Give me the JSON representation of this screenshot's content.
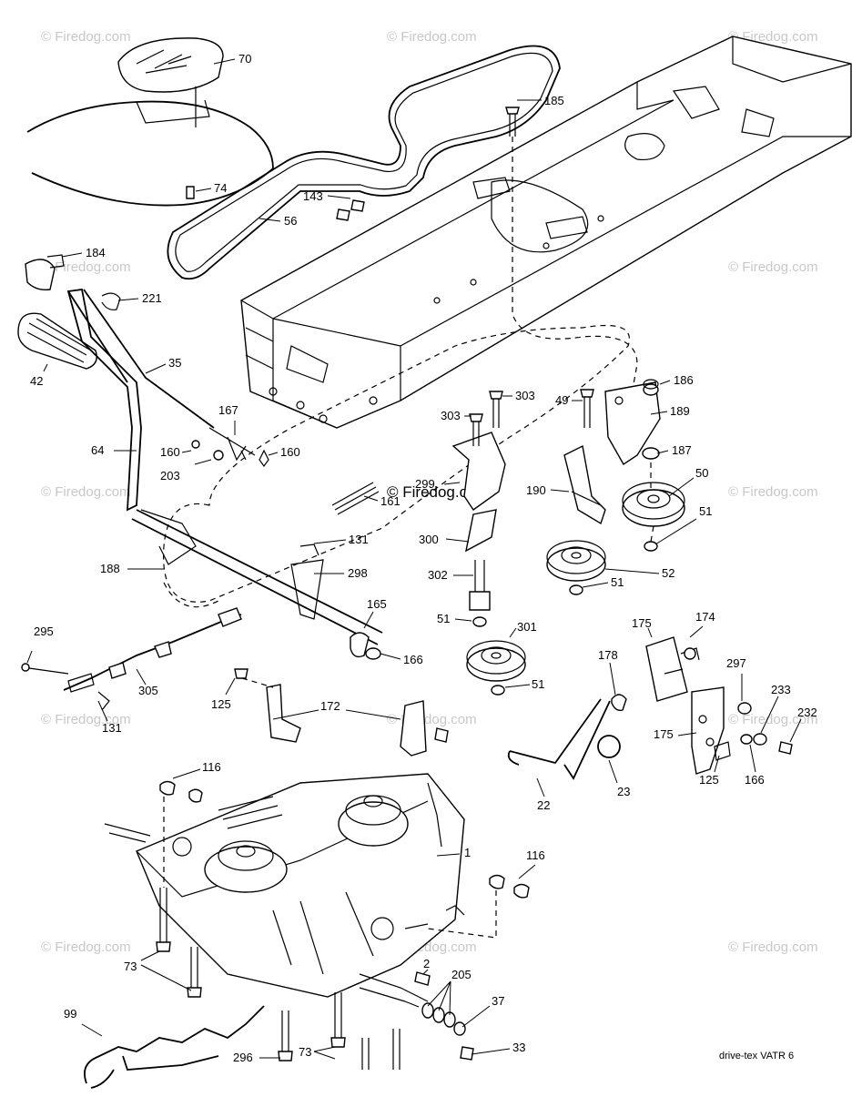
{
  "watermark": "© Firedog.com",
  "footer": "drive-tex VATR  6",
  "callouts": [
    "70",
    "185",
    "74",
    "143",
    "56",
    "184",
    "221",
    "35",
    "42",
    "186",
    "189",
    "49",
    "303",
    "303",
    "167",
    "64",
    "160",
    "160",
    "187",
    "203",
    "50",
    "299",
    "190",
    "161",
    "51",
    "131",
    "300",
    "188",
    "298",
    "52",
    "51",
    "302",
    "165",
    "301",
    "51",
    "295",
    "166",
    "305",
    "51",
    "125",
    "172",
    "175",
    "174",
    "178",
    "131",
    "297",
    "233",
    "232",
    "116",
    "175",
    "125",
    "166",
    "23",
    "22",
    "1",
    "116",
    "73",
    "2",
    "205",
    "37",
    "99",
    "33",
    "296",
    "73"
  ]
}
